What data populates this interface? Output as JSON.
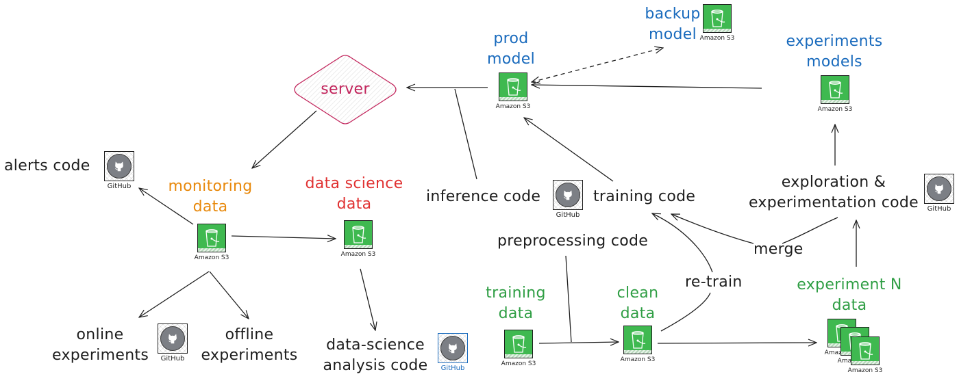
{
  "colors": {
    "ink": "#1e1e1e",
    "model_label": "#1a6bbd",
    "monitoring_label": "#e8890c",
    "data_science_label": "#e03131",
    "data_label": "#2f9e44",
    "server": "#c2255c",
    "s3_fill": "#3fb950",
    "github_gray": "#7c7f85"
  },
  "icons": {
    "s3_caption": "Amazon S3",
    "github_caption": "GitHub"
  },
  "nodes": {
    "server": {
      "label": "server",
      "shape": "diamond"
    },
    "prod_model": {
      "label_lines": [
        "prod",
        "model"
      ],
      "icon": "s3-bucket-icon"
    },
    "backup_model": {
      "label_lines": [
        "backup",
        "model"
      ],
      "icon": "s3-bucket-icon"
    },
    "experiments_models": {
      "label_lines": [
        "experiments",
        "models"
      ],
      "icon": "s3-bucket-icon"
    },
    "alerts_code": {
      "label": "alerts code",
      "icon": "github-icon"
    },
    "monitoring_data": {
      "label_lines": [
        "monitoring",
        "data"
      ],
      "icon": "s3-bucket-icon"
    },
    "data_science_data": {
      "label_lines": [
        "data science",
        "data"
      ],
      "icon": "s3-bucket-icon"
    },
    "online_experiments": {
      "label_lines": [
        "online",
        "experiments"
      ]
    },
    "offline_experiments": {
      "label_lines": [
        "offline",
        "experiments"
      ]
    },
    "experiments_code_icon": {
      "icon": "github-icon"
    },
    "data_science_analysis_code": {
      "label_lines": [
        "data-science",
        "analysis code"
      ],
      "icon": "github-icon"
    },
    "inference_code": {
      "label": "inference code"
    },
    "training_code": {
      "label": "training code"
    },
    "shared_code_icon": {
      "icon": "github-icon"
    },
    "preprocessing_code": {
      "label": "preprocessing code"
    },
    "exploration_code": {
      "label_lines": [
        "exploration &",
        "experimentation code"
      ],
      "icon": "github-icon"
    },
    "training_data": {
      "label_lines": [
        "training",
        "data"
      ],
      "icon": "s3-bucket-icon"
    },
    "clean_data": {
      "label_lines": [
        "clean",
        "data"
      ],
      "icon": "s3-bucket-icon"
    },
    "experiment_n_data": {
      "label_lines": [
        "experiment N",
        "data"
      ],
      "icon": "s3-bucket-stack-icon"
    }
  },
  "edge_labels": {
    "merge": "merge",
    "retrain": "re-train"
  },
  "edges": [
    {
      "from": "prod_model",
      "to": "server",
      "style": "solid"
    },
    {
      "from": "inference_code",
      "to": "prod_model-server-line",
      "style": "solid"
    },
    {
      "from": "prod_model",
      "to": "backup_model",
      "style": "dashed",
      "bidirectional": true
    },
    {
      "from": "experiments_models",
      "to": "prod_model",
      "style": "solid"
    },
    {
      "from": "training_code",
      "to": "prod_model",
      "style": "solid"
    },
    {
      "from": "server",
      "to": "monitoring_data",
      "style": "solid"
    },
    {
      "from": "monitoring_data",
      "to": "alerts_code",
      "style": "solid"
    },
    {
      "from": "monitoring_data",
      "to": "data_science_data",
      "style": "solid"
    },
    {
      "from": "monitoring_data",
      "to": "online_experiments",
      "style": "solid"
    },
    {
      "from": "monitoring_data",
      "to": "offline_experiments",
      "style": "solid"
    },
    {
      "from": "data_science_data",
      "to": "data_science_analysis_code",
      "style": "solid"
    },
    {
      "from": "training_data",
      "to": "clean_data",
      "style": "solid"
    },
    {
      "from": "preprocessing_code",
      "to": "training_data-clean_data-line",
      "style": "solid"
    },
    {
      "from": "clean_data",
      "to": "experiment_n_data",
      "style": "solid"
    },
    {
      "from": "clean_data",
      "to": "training_code",
      "style": "solid",
      "label": "re-train"
    },
    {
      "from": "exploration_code",
      "to": "training_code",
      "style": "solid",
      "label": "merge"
    },
    {
      "from": "experiment_n_data",
      "to": "exploration_code",
      "style": "solid"
    },
    {
      "from": "exploration_code",
      "to": "experiments_models",
      "style": "solid"
    }
  ]
}
